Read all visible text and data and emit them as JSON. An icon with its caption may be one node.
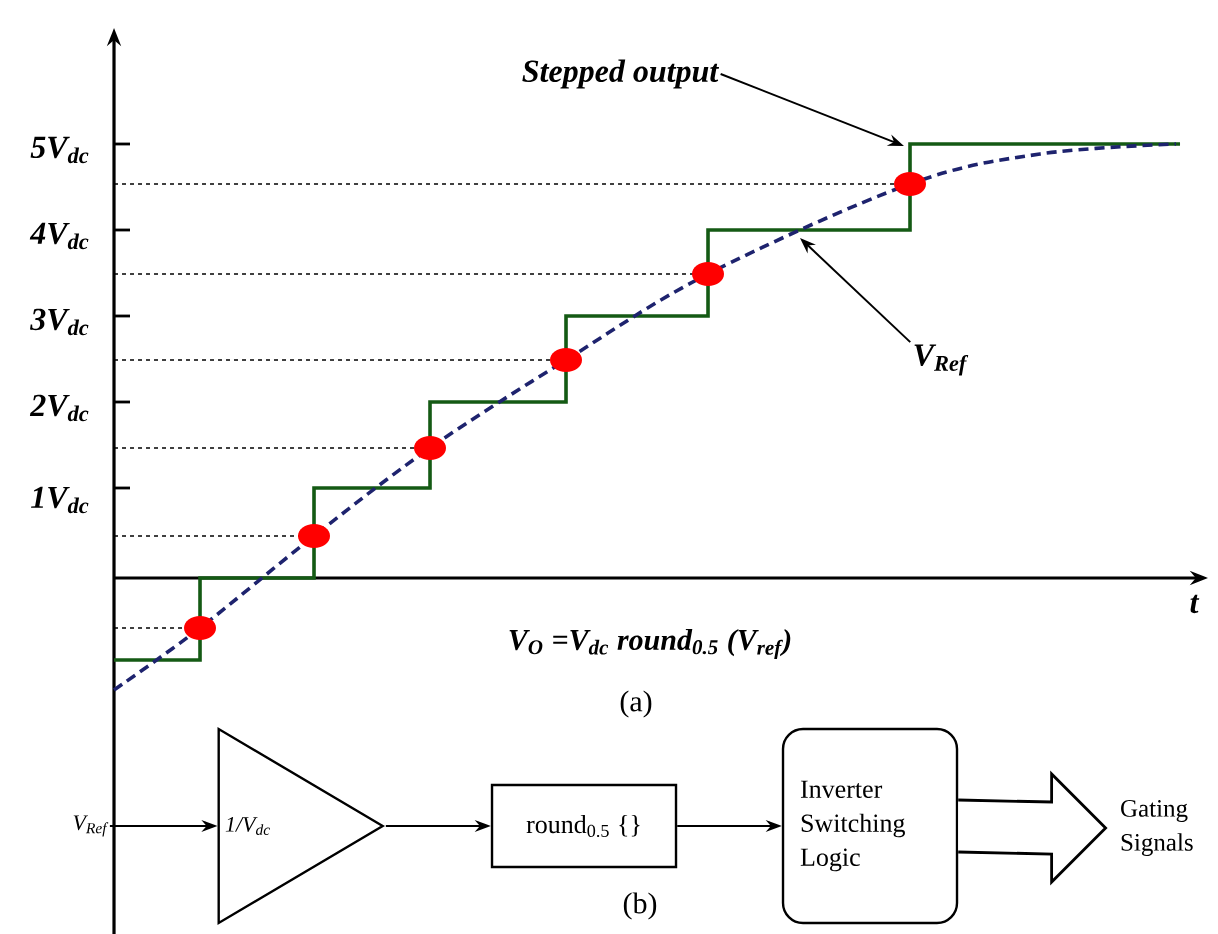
{
  "diagram": {
    "nodes": [
      {
        "text": [
          "V$_{Ref}$"
        ]
      },
      {
        "text": [
          "1/V$_{dc}$"
        ]
      },
      {
        "text": [
          "round$_{0.5}$ {}"
        ]
      },
      {
        "text": [
          "Inverter Switching Logic"
        ]
      },
      {
        "text": [
          "Gating Signals"
        ]
      },
      {
        "text": [
          "Stepped output"
        ]
      },
      {
        "text": [
          "V$_{Ref}$"
        ]
      }
    ],
    "edges": [
      {
        "from": 0,
        "to": 1,
        "arrow": "to"
      },
      {
        "from": 1,
        "to": 2,
        "arrow": "to"
      },
      {
        "from": 2,
        "to": 3,
        "arrow": "to"
      },
      {
        "from": 3,
        "to": 4,
        "arrow": "to",
        "style": "thick"
      },
      {
        "from": 5,
        "to": null,
        "arrow": "to"
      },
      {
        "from": 6,
        "to": null,
        "arrow": "to"
      }
    ],
    "labels": [
      "5V$_{dc}$",
      "4V$_{dc}$",
      "3V$_{dc}$",
      "2V$_{dc}$",
      "1V$_{dc}$",
      "t",
      "V$_{O}$ =V$_{dc}$ round$_{0.5}$  (V$_{ref}$)",
      "(a)",
      "(b)"
    ]
  }
}
